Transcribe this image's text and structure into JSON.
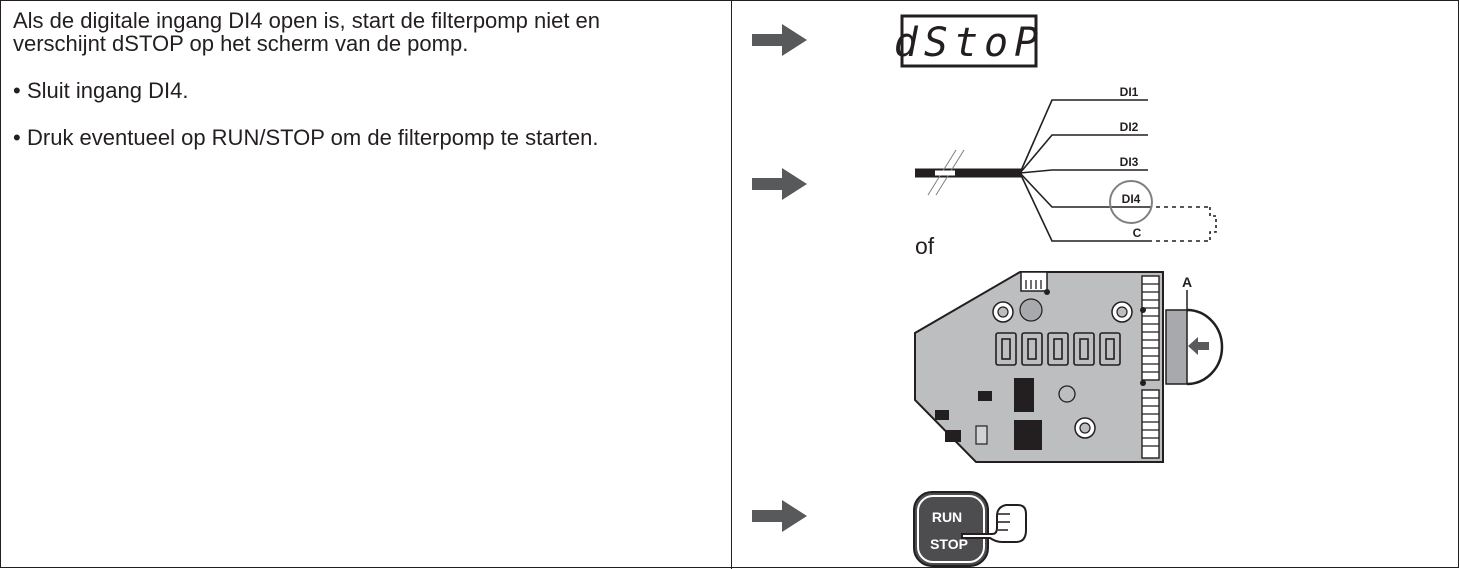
{
  "instructions": {
    "intro": "Als de digitale ingang DI4 open is, start de filterpomp niet en verschijnt dSTOP op het scherm van de pomp.",
    "bullet_symbol": "•",
    "steps": [
      "Sluit ingang DI4.",
      "Druk eventueel op RUN/STOP om de filterpomp te starten."
    ]
  },
  "figures": {
    "display_text": "dStoP",
    "wiring_labels": [
      "DI1",
      "DI2",
      "DI3",
      "DI4",
      "C"
    ],
    "or_label": "of",
    "connector_label": "A",
    "board_display_digits": "00000",
    "button_line1": "RUN",
    "button_line2": "STOP"
  },
  "colors": {
    "line": "#231f20",
    "board_fill": "#bcbec0",
    "arrow": "#58595b",
    "button": "#4d4d4f"
  }
}
